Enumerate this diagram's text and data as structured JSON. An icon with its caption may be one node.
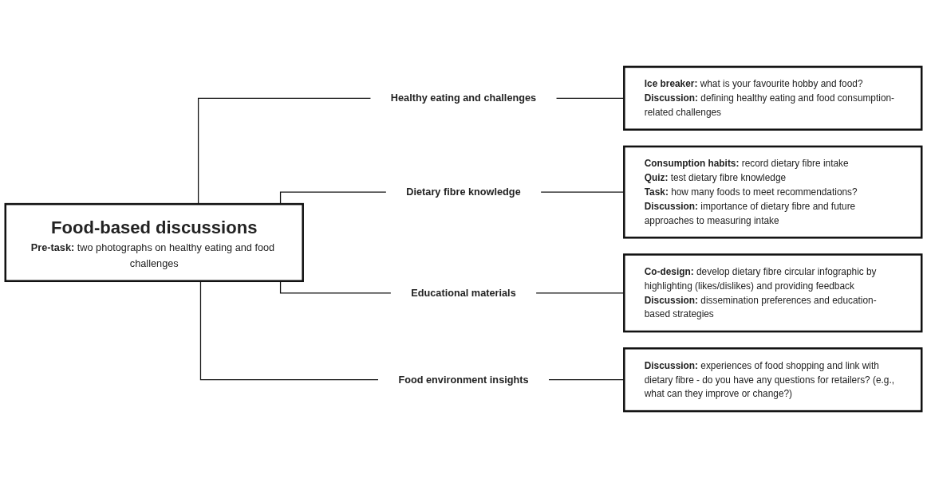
{
  "diagram": {
    "nodes": [
      {
        "text": [
          "Food-based discussions",
          "**Pre-task:** two photographs on healthy eating and food challenges"
        ]
      },
      {
        "text": [
          "Healthy eating and challenges"
        ]
      },
      {
        "text": [
          "Dietary fibre knowledge"
        ]
      },
      {
        "text": [
          "Educational materials"
        ]
      },
      {
        "text": [
          "Food environment insights"
        ]
      },
      {
        "text": [
          "**Ice breaker:** what is your favourite hobby and food?",
          "**Discussion:** defining healthy eating and food consumption-related challenges"
        ]
      },
      {
        "text": [
          "**Consumption habits:** record dietary fibre intake",
          "**Quiz:** test dietary fibre knowledge",
          "**Task:** how many foods to meet recommendations?",
          "**Discussion:** importance of dietary fibre and future approaches to measuring intake"
        ]
      },
      {
        "text": [
          "**Co-design:** develop dietary fibre circular infographic by highlighting (likes/dislikes) and providing feedback",
          "**Discussion:** dissemination preferences and education-based strategies"
        ]
      },
      {
        "text": [
          "**Discussion:** experiences of food shopping and link with dietary fibre - do you have any questions for retailers? (e.g., what can they improve or change?)"
        ]
      }
    ],
    "edges": [
      {
        "from": 0,
        "to": 1,
        "arrow": "none"
      },
      {
        "from": 0,
        "to": 2,
        "arrow": "none"
      },
      {
        "from": 0,
        "to": 3,
        "arrow": "none"
      },
      {
        "from": 0,
        "to": 4,
        "arrow": "none"
      },
      {
        "from": 1,
        "to": 5,
        "arrow": "none"
      },
      {
        "from": 2,
        "to": 6,
        "arrow": "none"
      },
      {
        "from": 3,
        "to": 7,
        "arrow": "none"
      },
      {
        "from": 4,
        "to": 8,
        "arrow": "none"
      }
    ]
  }
}
